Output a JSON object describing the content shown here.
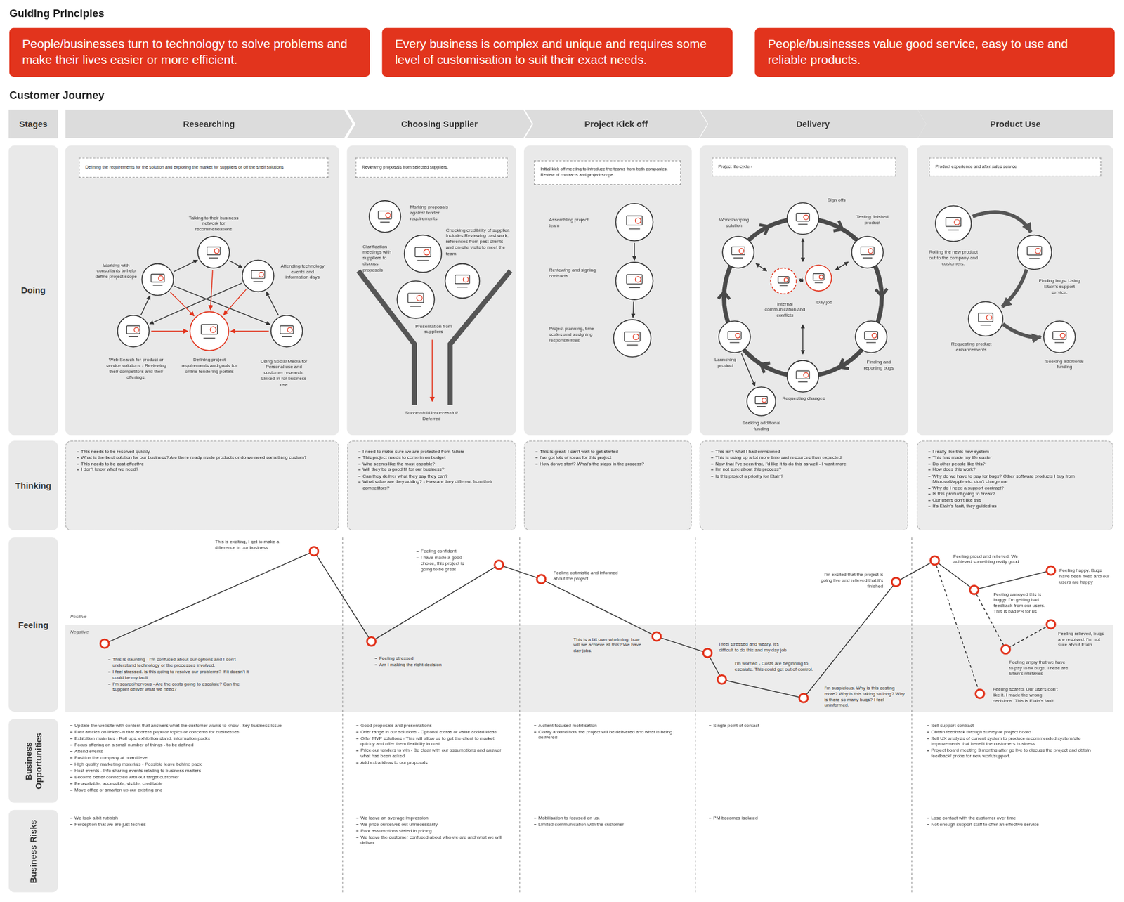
{
  "diagram": {
    "title": "Guiding Principles",
    "nodes": [
      {
        "text": [
          "People/businesses turn to technology to solve problems and make their lives easier or more efficient."
        ]
      },
      {
        "text": [
          "Every business is complex and unique and requires some level of customisation to suit their exact needs."
        ]
      },
      {
        "text": [
          "People/businesses value good service, easy to use and reliable products."
        ]
      },
      {
        "text": [
          "Stages"
        ]
      },
      {
        "text": [
          "Researching"
        ]
      },
      {
        "text": [
          "Choosing Supplier"
        ]
      },
      {
        "text": [
          "Project Kick off"
        ]
      },
      {
        "text": [
          "Delivery"
        ]
      },
      {
        "text": [
          "Product Use"
        ]
      },
      {
        "text": [
          "Doing"
        ]
      },
      {
        "text": [
          "Defining the requirements for the solution and exploring the market for suppliers or off the shelf solutions"
        ]
      },
      {
        "text": [
          "Reviewing proposals from selected suppliers."
        ]
      },
      {
        "text": [
          "Initial kick off meeting to introduce the teams from both companies. Review of contracts and project scope."
        ]
      },
      {
        "text": [
          "Project life-cycle -"
        ]
      },
      {
        "text": [
          "Product experience and after sales service"
        ]
      },
      {
        "text": [
          "Thinking"
        ]
      },
      {
        "text": [
          "This needs to be resolved quickly",
          "What is the best solution for our business? Are there ready made products or do we need something custom?",
          "This needs to be cost effective",
          "I don't know what we need?"
        ]
      },
      {
        "text": [
          "I need to make sure we are protected from failure",
          "This project needs to come in on budget",
          "Who seems like the most capable?",
          "Will they be a good fit for our business?",
          "Can they deliver what they say they can?",
          "What value are they adding? - How are they different from their competitors?"
        ]
      },
      {
        "text": [
          "This is great, I can't wait to get started",
          "I've got lots of ideas for this project",
          "How do we start? What's the steps in the process?"
        ]
      },
      {
        "text": [
          "This isn't what I had envisioned",
          "This is using up a lot more time and resources than expected",
          "Now that I've seen that, I'd like it to do this as well - I want more",
          "I'm not sure about this process?",
          "Is this project a priority for Etain?"
        ]
      },
      {
        "text": [
          "I really like this new system",
          "This has made my life easier",
          "Do other people like this?",
          "How does this work?",
          "Why do we have to pay for bugs? Other software products I buy from Microsoft/apple etc. don't charge me",
          "Why do I need a support contract?",
          "Is this product going to break?",
          "Our users don't like this",
          "It's Etain's fault, they guided us"
        ]
      },
      {
        "text": [
          "Feeling"
        ]
      },
      {
        "text": [
          "Business Opportunities"
        ]
      },
      {
        "text": [
          "Business Risks"
        ]
      }
    ],
    "labels": [
      "Customer Journey",
      "Talking to their business network for recommendations",
      "Working with consultants to help define project scope",
      "Attending technology events and information days",
      "Web Search for product or service solutions - Reviewing their competitors and their offerings.",
      "Defining project requirements and goals for online tendering portals",
      "Using Social Media for Personal use and customer research. Linked-in for business use",
      "Marking proposals against tender requirements",
      "Checking credibility of supplier. Includes Reviewing past work, references from past clients and on-site visits to meet the team.",
      "Clarification meetings with suppliers to discuss proposals",
      "Presentation from suppliers",
      "Successful/Unsuccessful/ Deferred",
      "Assembling project team",
      "Reviewing and signing contracts",
      "Project planning, time scales and assigning responsibilities",
      "Sign offs",
      "Workshopping solution",
      "Testing finished product",
      "Internal communication and conflicts",
      "Day job",
      "Launching product",
      "Finding and reporting bugs",
      "Requesting changes",
      "Seeking additional funding",
      "Rolling the new product out to the company and customers.",
      "Finding bugs. Using Etain's support service.",
      "Requesting product enhancements",
      "Seeking additional funding",
      "Positive",
      "Negative",
      "This is exciting, I get to make a difference in our business",
      "This is daunting - I'm confused about our options and I don't understand technology or the processes involved.",
      "I feel stressed. is this going to resolve our problems? If it doesn't it could be my fault",
      "I'm scared/nervous - Are the costs going to escalate? Can the supplier deliver what we need?",
      "Feeling stressed",
      "Am I making the right decision",
      "Feeling confident",
      "I have made a good choice, this project is going to be great",
      "Feeling optimistic and informed about the project",
      "This is a bit over whelming, how will we achieve all this? We have day jobs.",
      "I feel stressed and weary. It's difficult to do this and my day job",
      "I'm worried - Costs are beginning to escalate. This could get out of control.",
      "I'm suspicious. Why is this costing more? Why is this taking so long? Why is there so many bugs? I feel uninformed.",
      "I'm excited that the project is going live and relieved that it's finished",
      "Feeling proud and relieved. We achieved something really good",
      "Feeling annoyed this is buggy. I'm getting bad feedback from our users. This is bad PR for us",
      "Feeling happy. Bugs have been fixed and our users are happy",
      "Feeling relieved, bugs are resolved. I'm not sure about Etain.",
      "Feeling angry that we have to pay to fix bugs. These are Etain's mistakes",
      "Feeling scared. Our users don't like it. I made the wrong decisions. This is Etain's fault",
      "Update the website with content that answers what the customer wants to know - key business issue",
      "Post articles on linked-in that address popular topics or concerns for businesses",
      "Exhibition materials - Roll ups, exhibition stand, information packs",
      "Focus offering on a small number of things - to be defined",
      "Attend events",
      "Position the company at board level",
      "High quality marketing materials - Possible leave behind pack",
      "Host events - Info sharing events relating to business matters",
      "Become better connected with our target customer",
      "Be available, accessible, visible, creditable",
      "Move office or smarten up our existing one",
      "Good proposals and presentations",
      "Offer range in our solutions - Optional extras or value added ideas",
      "Offer MVP solutions - This will allow us to get the client to market quickly and offer them flexibility in cost",
      "Price our tenders to win - Be clear with our assumptions and answer what has been asked",
      "Add extra ideas to our proposals",
      "A client focused mobilisation",
      "Clarity around how the project will be delivered and what is being delivered",
      "Single point of contact",
      "Sell support contract",
      "Obtain feedback through survey or project board",
      "Sell UX analysis of current system to produce recommended system/site improvements that benefit the customers business",
      "Project board meeting 3 months after go live to discuss the project and obtain feedback/ probe for new work/support.",
      "We look a bit rubbish",
      "Perception that we are just techies",
      "We leave an average impression",
      "We price ourselves out unnecessarily",
      "Poor assumptions stated in pricing",
      "We leave the customer confused about who we are and what we will deliver",
      "Mobilisation to focused on us.",
      "Limited communication with the customer",
      "PM becomes isolated",
      "Lose contact with the customer over time",
      "Not enough support staff to offer an effective service"
    ]
  }
}
